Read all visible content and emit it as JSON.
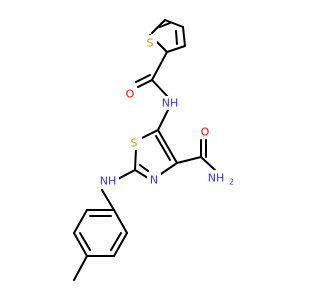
{
  "colors": {
    "background": "#ffffff",
    "bond": "#000000",
    "nitrogen": "#3333ff",
    "oxygen": "#ff0000",
    "sulfur": "#b8a000"
  },
  "molecule": {
    "atom_labels": {
      "s_thiophene": "S",
      "o_amide_top": "O",
      "nh_amide_top": "NH",
      "s_thiazole": "S",
      "n_thiazole": "N",
      "o_carboxamide": "O",
      "nh2_carboxamide": "NH",
      "nh2_subscript": "2",
      "nh_aniline": "NH"
    }
  }
}
